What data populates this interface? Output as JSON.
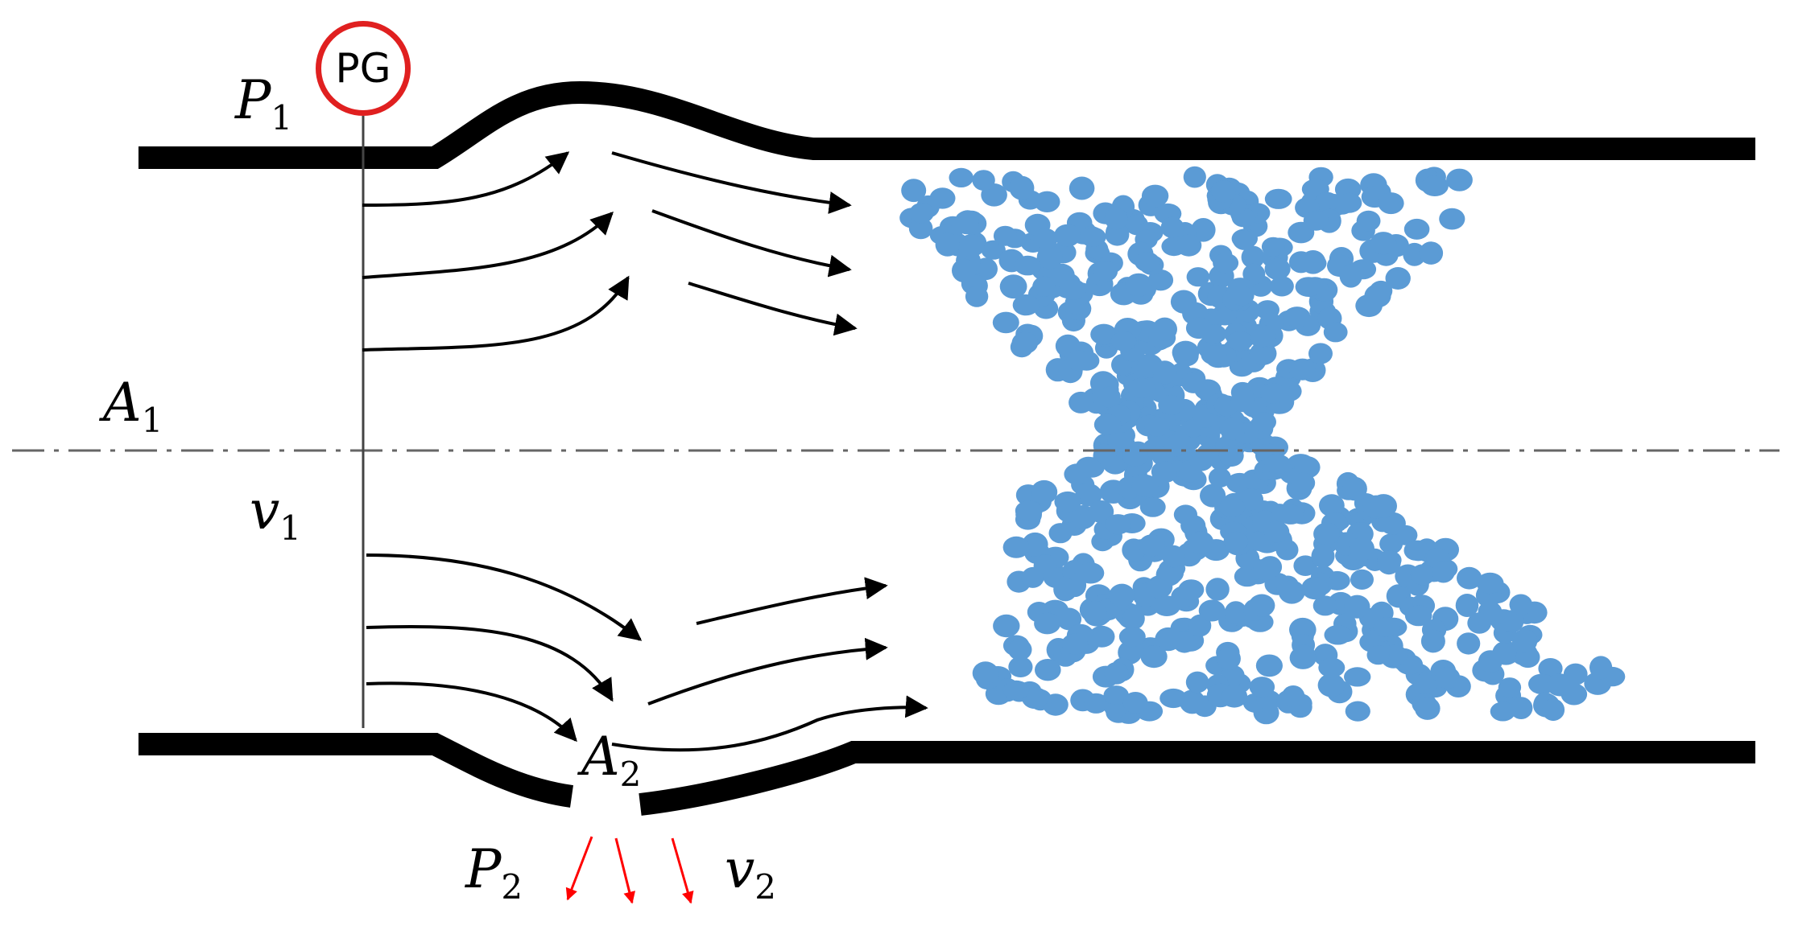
{
  "gauge": {
    "label": "PG"
  },
  "labels": {
    "p1": {
      "main": "P",
      "sub": "1"
    },
    "a1": {
      "main": "A",
      "sub": "1"
    },
    "v1": {
      "main": "v",
      "sub": "1"
    },
    "a2": {
      "main": "A",
      "sub": "2"
    },
    "p2": {
      "main": "P",
      "sub": "2"
    },
    "v2": {
      "main": "v",
      "sub": "2"
    }
  },
  "colors": {
    "pipe": "#000000",
    "flow_arrows": "#000000",
    "suction_arrows": "#ff0000",
    "gauge_ring": "#e02020",
    "particles": "#5b9bd5",
    "centerline": "#666666"
  }
}
